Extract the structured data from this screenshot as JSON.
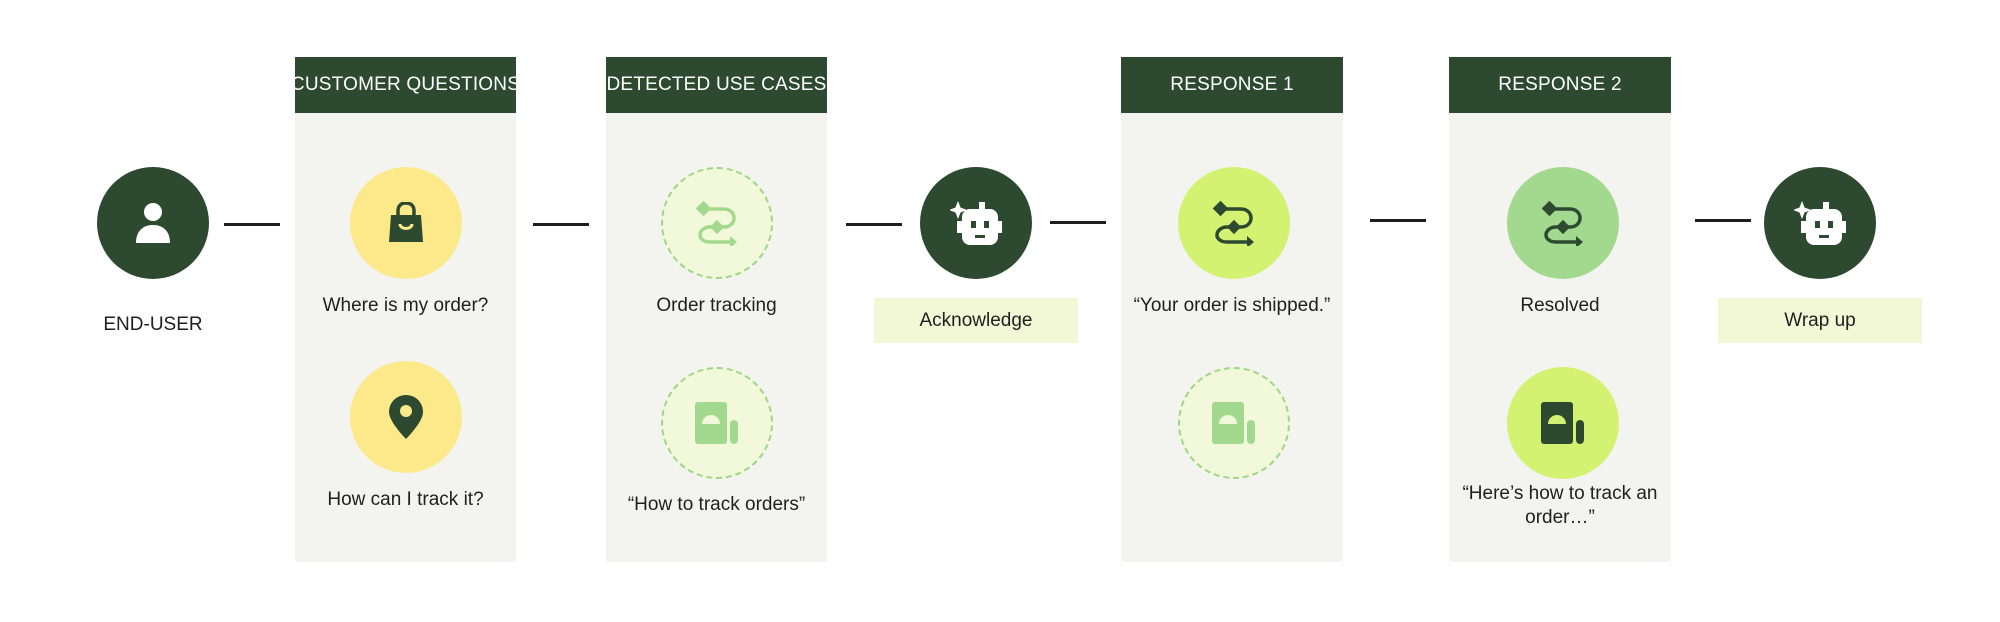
{
  "end_user": {
    "label": "END-USER"
  },
  "columns": {
    "customer_questions": {
      "header": "CUSTOMER QUESTIONS",
      "items": [
        {
          "label": "Where is my order?",
          "icon": "shopping-bag-icon"
        },
        {
          "label": "How can I track it?",
          "icon": "location-pin-icon"
        }
      ]
    },
    "detected_use_cases": {
      "header": "DETECTED USE CASES",
      "items": [
        {
          "label": "Order tracking",
          "icon": "flow-arrows-icon"
        },
        {
          "label": "“How to track orders”",
          "icon": "document-icon"
        }
      ]
    },
    "response_1": {
      "header": "RESPONSE 1",
      "items": [
        {
          "label": "“Your order is shipped.”",
          "icon": "flow-arrows-icon"
        },
        {
          "label": "",
          "icon": "document-icon"
        }
      ]
    },
    "response_2": {
      "header": "RESPONSE 2",
      "items": [
        {
          "label": "Resolved",
          "icon": "flow-arrows-icon"
        },
        {
          "label": "“Here’s how to track an order…”",
          "icon": "document-icon"
        }
      ]
    }
  },
  "bot_steps": [
    {
      "label": "Acknowledge",
      "icon": "robot-icon"
    },
    {
      "label": "Wrap up",
      "icon": "robot-icon"
    }
  ],
  "colors": {
    "dark_green": "#2d4a30",
    "column_bg": "#f3f4ef",
    "yellow": "#fce98a",
    "lime": "#d4f272",
    "green": "#a3d98e",
    "pale_lime": "#f2f8da",
    "dashed_border": "#9fd688"
  }
}
